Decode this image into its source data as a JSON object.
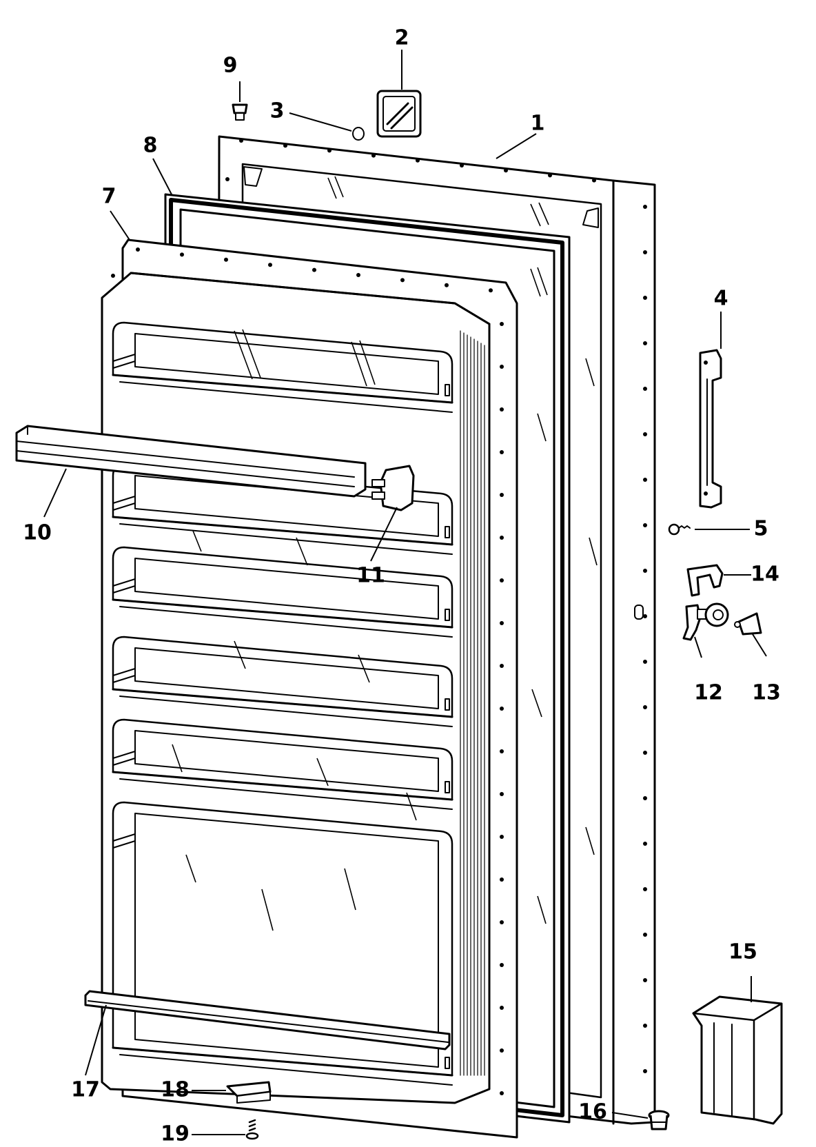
{
  "callouts": [
    {
      "key": "p1",
      "label": "1"
    },
    {
      "key": "p2",
      "label": "2"
    },
    {
      "key": "p3",
      "label": "3"
    },
    {
      "key": "p4",
      "label": "4"
    },
    {
      "key": "p5",
      "label": "5"
    },
    {
      "key": "p7",
      "label": "7"
    },
    {
      "key": "p8",
      "label": "8"
    },
    {
      "key": "p9",
      "label": "9"
    },
    {
      "key": "p10",
      "label": "10"
    },
    {
      "key": "p11",
      "label": "11"
    },
    {
      "key": "p12",
      "label": "12"
    },
    {
      "key": "p13",
      "label": "13"
    },
    {
      "key": "p14",
      "label": "14"
    },
    {
      "key": "p15",
      "label": "15"
    },
    {
      "key": "p16",
      "label": "16"
    },
    {
      "key": "p17",
      "label": "17"
    },
    {
      "key": "p18",
      "label": "18"
    },
    {
      "key": "p19",
      "label": "19"
    }
  ],
  "colors": {
    "ink": "#000000",
    "paper": "#ffffff"
  }
}
